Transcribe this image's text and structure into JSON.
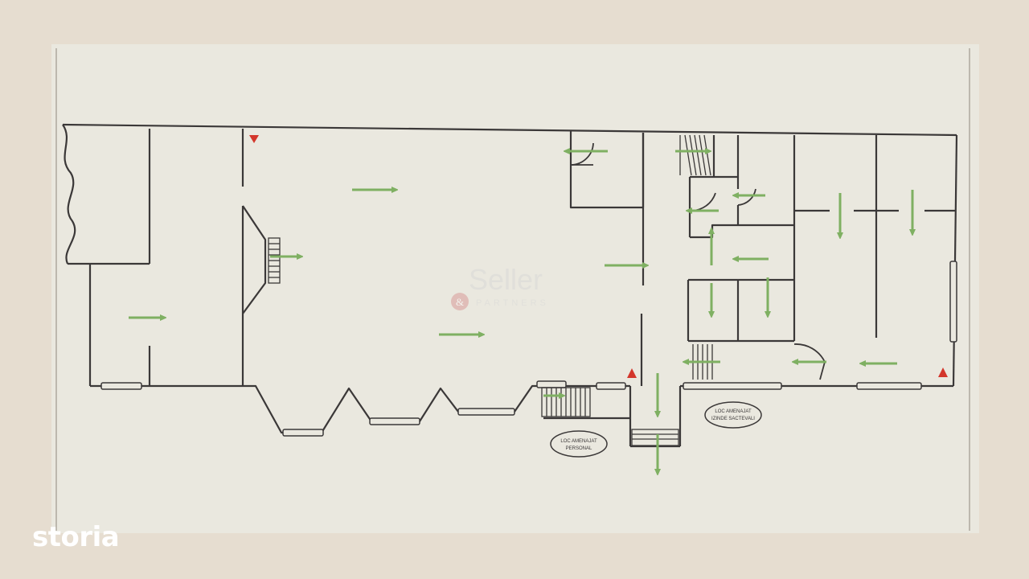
{
  "watermark": {
    "name": "Seller",
    "subtitle": "PARTNERS",
    "monogram": "&"
  },
  "brand": {
    "logo_text": "storia"
  },
  "plan": {
    "parking_staff_line1": "LOC AMENAJAT",
    "parking_staff_line2": "PERSONAL",
    "parking_disabled_line1": "LOC AMENAJAT",
    "parking_disabled_line2": "IZINDE SACTEVALI"
  },
  "colors": {
    "background": "#e6ddd0",
    "paper": "#eae8df",
    "wall": "#3b3838",
    "arrow": "#7fb062",
    "extinguisher": "#d3362b"
  }
}
